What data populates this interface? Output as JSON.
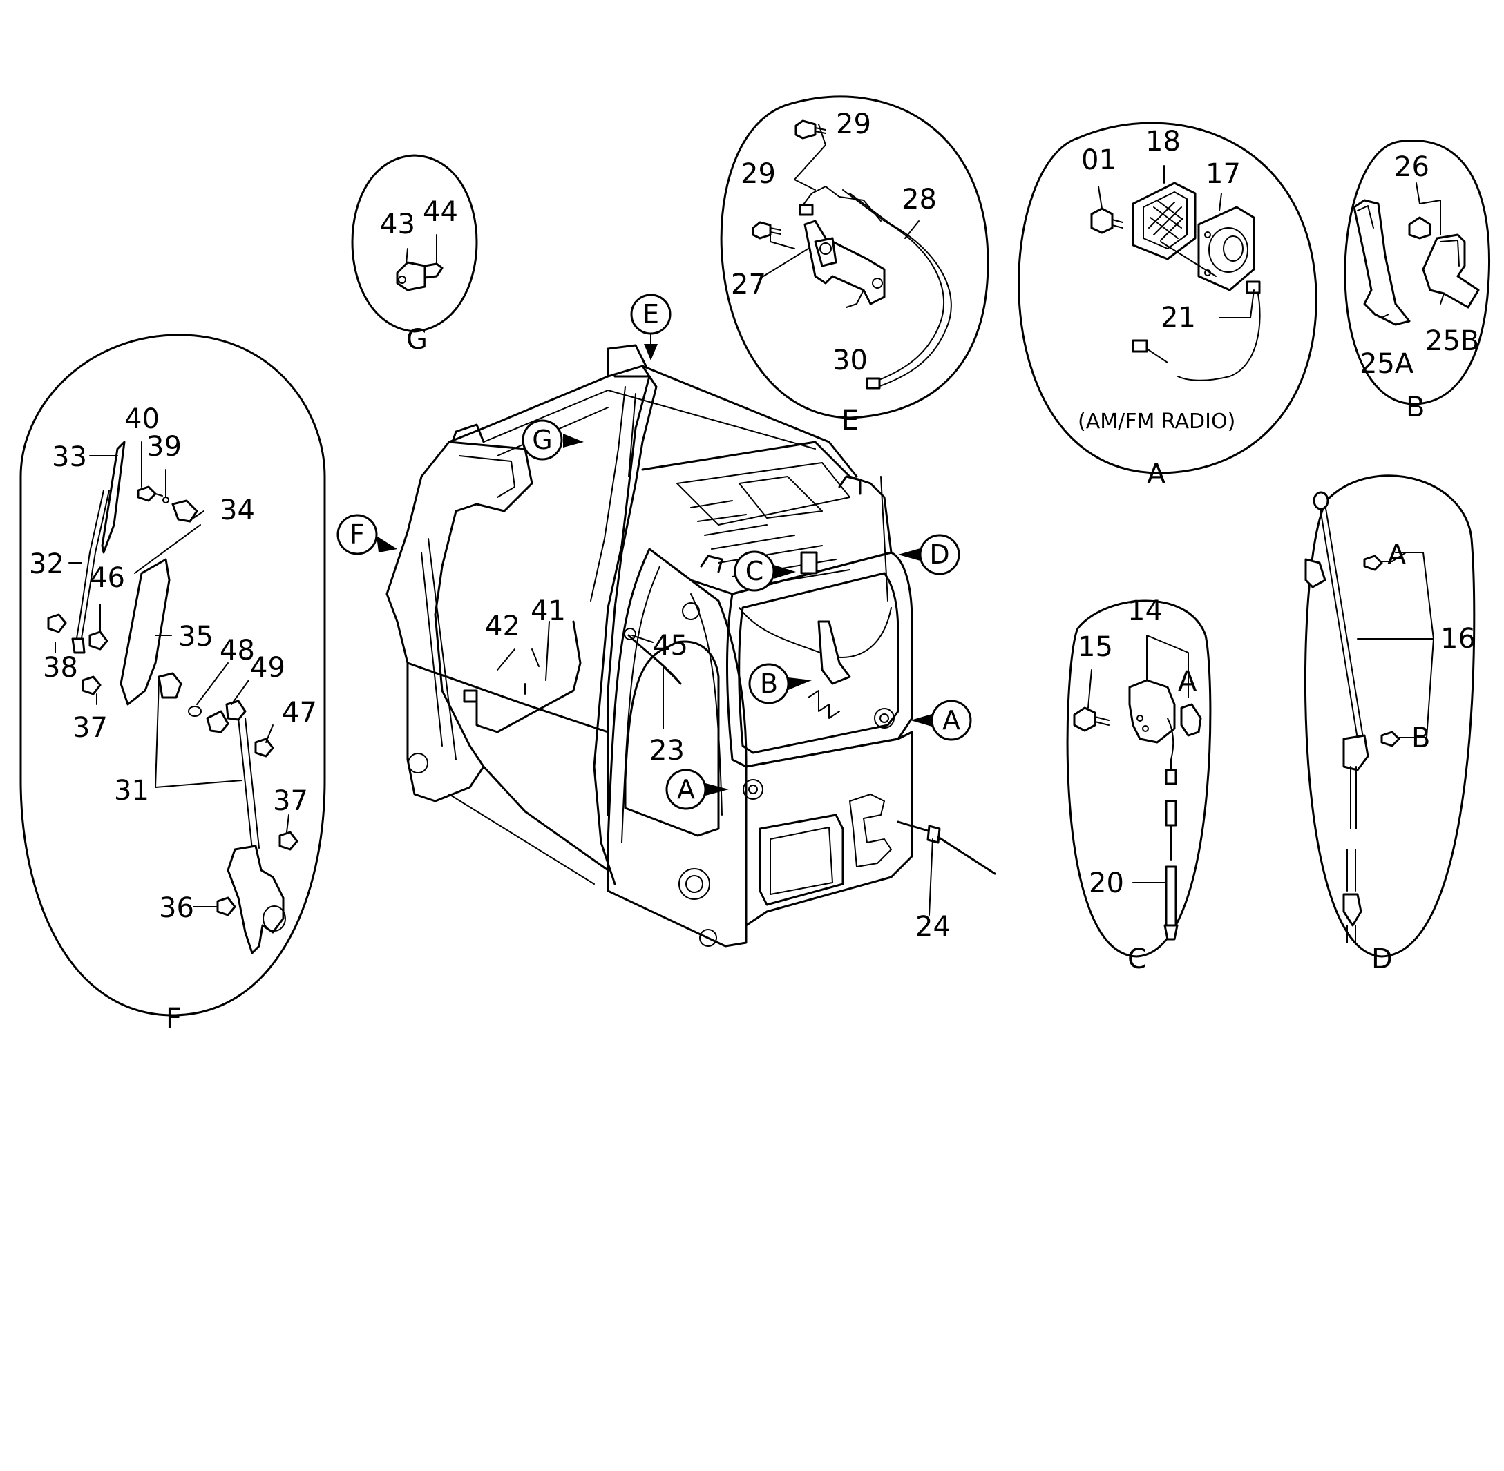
{
  "detail_views": [
    {
      "id": "A",
      "caption": "A",
      "note": "(AM/FM RADIO)"
    },
    {
      "id": "B",
      "caption": "B"
    },
    {
      "id": "C",
      "caption": "C"
    },
    {
      "id": "D",
      "caption": "D"
    },
    {
      "id": "E",
      "caption": "E"
    },
    {
      "id": "F",
      "caption": "F"
    },
    {
      "id": "G",
      "caption": "G"
    }
  ],
  "callouts": {
    "cab_E": "E",
    "cab_G": "G",
    "cab_F": "F",
    "cab_C": "C",
    "cab_D": "D",
    "cab_B": "B",
    "cab_A1": "A",
    "cab_A2": "A"
  },
  "part_numbers": {
    "p01": "01",
    "p14": "14",
    "p15": "15",
    "p16": "16",
    "p17": "17",
    "p18": "18",
    "p20": "20",
    "p21": "21",
    "p23": "23",
    "p24": "24",
    "p25A": "25A",
    "p25B": "25B",
    "p26": "26",
    "p27": "27",
    "p28": "28",
    "p29a": "29",
    "p29b": "29",
    "p30": "30",
    "p31": "31",
    "p32": "32",
    "p33": "33",
    "p34": "34",
    "p35": "35",
    "p36": "36",
    "p37a": "37",
    "p37b": "37",
    "p38": "38",
    "p39": "39",
    "p40": "40",
    "p41": "41",
    "p42": "42",
    "p43": "43",
    "p44": "44",
    "p45": "45",
    "p46": "46",
    "p47": "47",
    "p48": "48",
    "p49": "49"
  },
  "sub_labels": {
    "c_A": "A",
    "d_A": "A",
    "d_B": "B"
  }
}
